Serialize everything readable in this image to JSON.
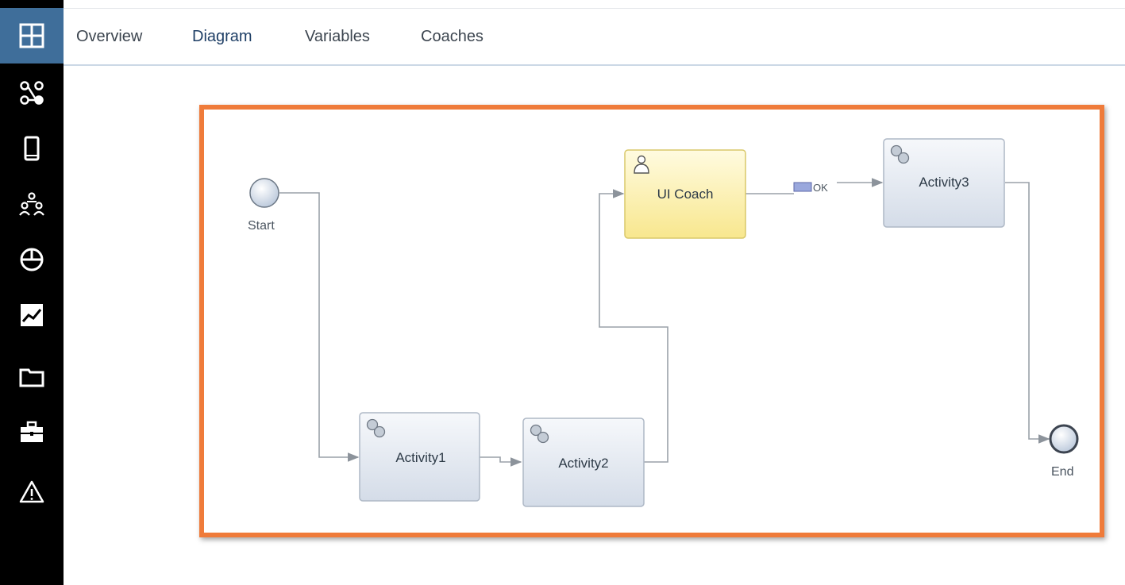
{
  "sidebar": {
    "items": [
      {
        "icon": "grid-icon",
        "active": true
      },
      {
        "icon": "process-flow-icon",
        "active": false
      },
      {
        "icon": "mobile-device-icon",
        "active": false
      },
      {
        "icon": "team-icon",
        "active": false
      },
      {
        "icon": "pie-chart-icon",
        "active": false
      },
      {
        "icon": "trend-chart-icon",
        "active": false
      },
      {
        "icon": "folder-icon",
        "active": false
      },
      {
        "icon": "toolbox-icon",
        "active": false
      },
      {
        "icon": "warning-icon",
        "active": false
      }
    ]
  },
  "tabs": [
    {
      "label": "Overview",
      "active": false
    },
    {
      "label": "Diagram",
      "active": true
    },
    {
      "label": "Variables",
      "active": false
    },
    {
      "label": "Coaches",
      "active": false
    }
  ],
  "diagram": {
    "start": {
      "label": "Start"
    },
    "end": {
      "label": "End"
    },
    "activities": {
      "activity1": {
        "label": "Activity1",
        "type": "system-task"
      },
      "activity2": {
        "label": "Activity2",
        "type": "system-task"
      },
      "activity3": {
        "label": "Activity3",
        "type": "system-task"
      },
      "coach": {
        "label": "UI Coach",
        "type": "user-task"
      }
    },
    "flow_label": "OK"
  },
  "colors": {
    "accent": "#ef7b3a",
    "rail": "#000000",
    "rail_active": "#3f6e9a",
    "coach_fill": "#fbeea6",
    "activity_fill": "#dde4ee"
  }
}
